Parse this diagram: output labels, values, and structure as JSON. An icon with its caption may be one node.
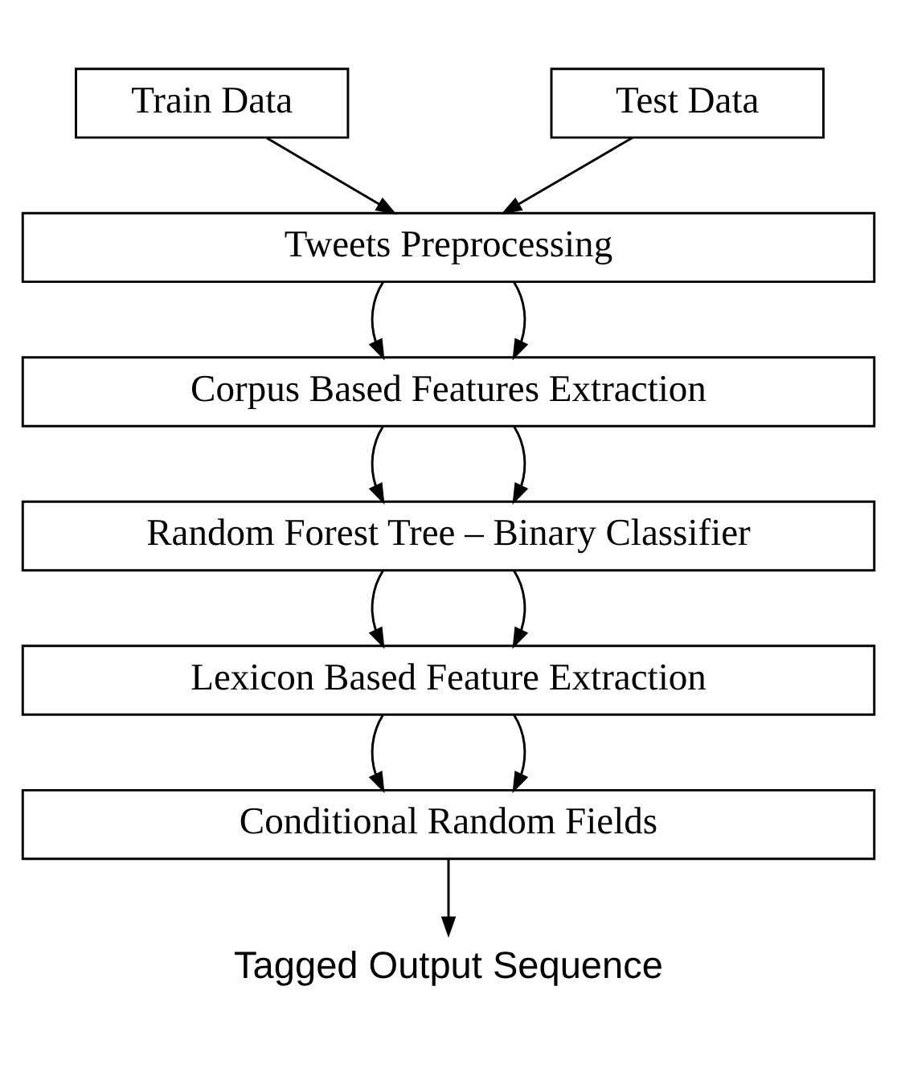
{
  "diagram": {
    "nodes": [
      {
        "text": [
          "Train Data"
        ]
      },
      {
        "text": [
          "Test Data"
        ]
      },
      {
        "text": [
          "Tweets Preprocessing"
        ]
      },
      {
        "text": [
          "Corpus Based Features Extraction"
        ]
      },
      {
        "text": [
          "Random Forest Tree – Binary Classifier"
        ]
      },
      {
        "text": [
          "Lexicon Based Feature Extraction"
        ]
      },
      {
        "text": [
          "Conditional Random Fields"
        ]
      },
      {
        "text": [
          "Tagged Output Sequence"
        ]
      }
    ],
    "edges": [
      {
        "from": 0,
        "to": 2,
        "arrow": "to"
      },
      {
        "from": 1,
        "to": 2,
        "arrow": "to"
      },
      {
        "from": 2,
        "to": 3,
        "arrow": "to"
      },
      {
        "from": 2,
        "to": 3,
        "arrow": "to"
      },
      {
        "from": 3,
        "to": 4,
        "arrow": "to"
      },
      {
        "from": 3,
        "to": 4,
        "arrow": "to"
      },
      {
        "from": 4,
        "to": 5,
        "arrow": "to"
      },
      {
        "from": 4,
        "to": 5,
        "arrow": "to"
      },
      {
        "from": 5,
        "to": 6,
        "arrow": "to"
      },
      {
        "from": 5,
        "to": 6,
        "arrow": "to"
      },
      {
        "from": 6,
        "to": 7,
        "arrow": "to"
      }
    ]
  }
}
